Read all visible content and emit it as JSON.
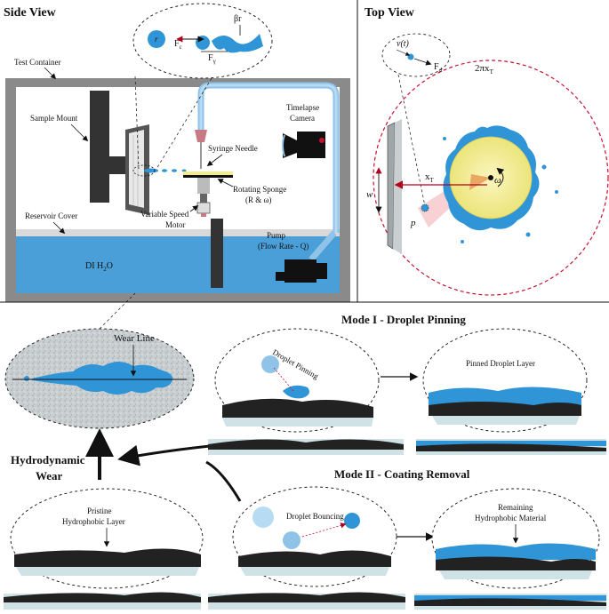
{
  "side_view": {
    "title": "Side View",
    "test_container": "Test Container",
    "sample_mount": "Sample Mount",
    "syringe_needle": "Syringe Needle",
    "timelapse_camera_1": "Timelapse",
    "timelapse_camera_2": "Camera",
    "rotating_sponge_1": "Rotating Sponge",
    "rotating_sponge_2": "(R & ω)",
    "reservoir_cover": "Reservoir Cover",
    "variable_speed_1": "Variable Speed",
    "variable_speed_2": "Motor",
    "di_water": "DI H",
    "di_water_sub": "2",
    "di_water_end": "O",
    "pump_1": "Pump",
    "pump_2": "(Flow Rate - Q)",
    "inset_r": "r",
    "inset_fc": "F",
    "inset_fc_sub": "c",
    "inset_fy": "F",
    "inset_fy_sub": "γ",
    "inset_beta_r": "βr"
  },
  "top_view": {
    "title": "Top View",
    "velocity": "v(t)",
    "drag_force": "F",
    "drag_force_sub": "d",
    "circumference": "2πx",
    "circumference_sub": "T",
    "xt": "x",
    "xt_sub": "T",
    "w": "w",
    "p": "p",
    "omega": "ω"
  },
  "wear_line": "Wear Line",
  "hydrodynamic_1": "Hydrodynamic",
  "hydrodynamic_2": "Wear",
  "mode1": {
    "title": "Mode I - Droplet Pinning",
    "droplet_pinning": "Droplet Pinning",
    "pinned_layer": "Pinned Droplet Layer"
  },
  "mode2": {
    "title": "Mode II - Coating Removal",
    "pristine_1": "Pristine",
    "pristine_2": "Hydrophobic Layer",
    "droplet_bouncing": "Droplet Bouncing",
    "remaining_1": "Remaining",
    "remaining_2": "Hydrophobic Material"
  },
  "colors": {
    "water_blue": "#2f95d6",
    "light_blue": "#8fc3e8",
    "reservoir_blue": "#4a9fd8",
    "sponge_yellow": "#f2ec8c",
    "red_dashed": "#c8102e",
    "container_gray": "#8a8a8a"
  }
}
